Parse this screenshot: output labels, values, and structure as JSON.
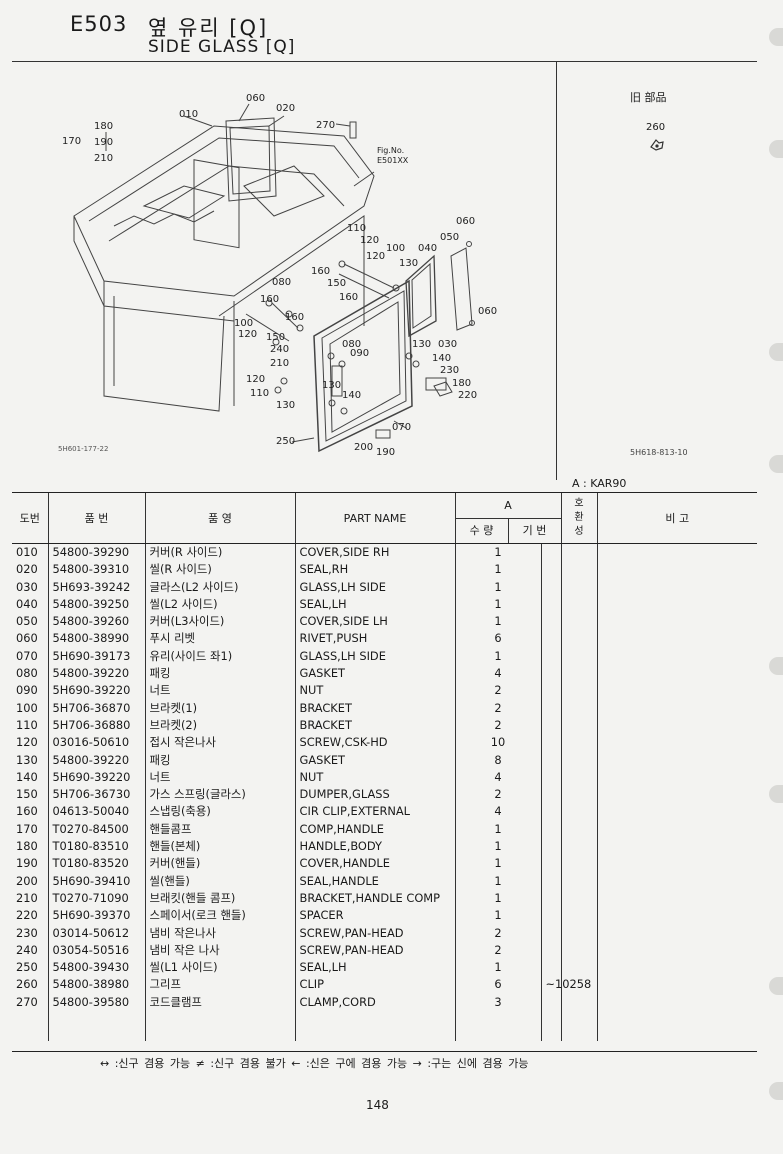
{
  "header": {
    "code": "E503",
    "title_ko": "옆 유리 [Q]",
    "title_en": "SIDE GLASS [Q]"
  },
  "old_parts": {
    "label": "旧 部品",
    "number": "260"
  },
  "figure": {
    "id_left": "5H601-177-22",
    "id_right": "5H618-813-10",
    "fig_no_label": "Fig.No.",
    "fig_no_ref": "E501XX",
    "callouts": [
      "060",
      "010",
      "020",
      "180",
      "170",
      "190",
      "210",
      "270",
      "110",
      "120",
      "100",
      "040",
      "050",
      "060",
      "120",
      "130",
      "160",
      "150",
      "160",
      "080",
      "160",
      "100",
      "120",
      "150",
      "160",
      "240",
      "210",
      "080",
      "090",
      "130",
      "030",
      "140",
      "230",
      "180",
      "220",
      "120",
      "110",
      "130",
      "130",
      "140",
      "070",
      "250",
      "200",
      "190",
      "060"
    ]
  },
  "model": "A : KAR90",
  "table": {
    "headers": {
      "no": "도번",
      "part_no": "품 번",
      "name_ko": "품 영",
      "name_en": "PART NAME",
      "group": "A",
      "qty": "수 량",
      "model_no": "기 번",
      "interchange": "호\n환\n성",
      "remarks": "비 고"
    },
    "rows": [
      {
        "no": "010",
        "part": "54800-39290",
        "ko": "커버(R 사이드)",
        "en": "COVER,SIDE RH",
        "qty": "1",
        "model": ""
      },
      {
        "no": "020",
        "part": "54800-39310",
        "ko": "씰(R 사이드)",
        "en": "SEAL,RH",
        "qty": "1",
        "model": ""
      },
      {
        "no": "030",
        "part": "5H693-39242",
        "ko": "글라스(L2 사이드)",
        "en": "GLASS,LH SIDE",
        "qty": "1",
        "model": ""
      },
      {
        "no": "040",
        "part": "54800-39250",
        "ko": "씰(L2 사이드)",
        "en": "SEAL,LH",
        "qty": "1",
        "model": ""
      },
      {
        "no": "050",
        "part": "54800-39260",
        "ko": "커버(L3사이드)",
        "en": "COVER,SIDE LH",
        "qty": "1",
        "model": ""
      },
      {
        "no": "060",
        "part": "54800-38990",
        "ko": "푸시 리벳",
        "en": "RIVET,PUSH",
        "qty": "6",
        "model": ""
      },
      {
        "no": "070",
        "part": "5H690-39173",
        "ko": "유리(사이드 좌1)",
        "en": "GLASS,LH SIDE",
        "qty": "1",
        "model": ""
      },
      {
        "no": "080",
        "part": "54800-39220",
        "ko": "패킹",
        "en": "GASKET",
        "qty": "4",
        "model": ""
      },
      {
        "no": "090",
        "part": "5H690-39220",
        "ko": "너트",
        "en": "NUT",
        "qty": "2",
        "model": ""
      },
      {
        "no": "100",
        "part": "5H706-36870",
        "ko": "브라켓(1)",
        "en": "BRACKET",
        "qty": "2",
        "model": ""
      },
      {
        "no": "110",
        "part": "5H706-36880",
        "ko": "브라켓(2)",
        "en": "BRACKET",
        "qty": "2",
        "model": ""
      },
      {
        "no": "120",
        "part": "03016-50610",
        "ko": "접시 작은나사",
        "en": "SCREW,CSK-HD",
        "qty": "10",
        "model": ""
      },
      {
        "no": "130",
        "part": "54800-39220",
        "ko": "패킹",
        "en": "GASKET",
        "qty": "8",
        "model": ""
      },
      {
        "no": "140",
        "part": "5H690-39220",
        "ko": "너트",
        "en": "NUT",
        "qty": "4",
        "model": ""
      },
      {
        "no": "150",
        "part": "5H706-36730",
        "ko": "가스 스프링(글라스)",
        "en": "DUMPER,GLASS",
        "qty": "2",
        "model": ""
      },
      {
        "no": "160",
        "part": "04613-50040",
        "ko": "스냅링(축용)",
        "en": "CIR CLIP,EXTERNAL",
        "qty": "4",
        "model": ""
      },
      {
        "no": "170",
        "part": "T0270-84500",
        "ko": "핸들콤프",
        "en": "COMP,HANDLE",
        "qty": "1",
        "model": ""
      },
      {
        "no": "180",
        "part": "T0180-83510",
        "ko": "핸들(본체)",
        "en": "HANDLE,BODY",
        "qty": "1",
        "model": ""
      },
      {
        "no": "190",
        "part": "T0180-83520",
        "ko": "커버(핸들)",
        "en": "COVER,HANDLE",
        "qty": "1",
        "model": ""
      },
      {
        "no": "200",
        "part": "5H690-39410",
        "ko": "씰(핸들)",
        "en": "SEAL,HANDLE",
        "qty": "1",
        "model": ""
      },
      {
        "no": "210",
        "part": "T0270-71090",
        "ko": "브래킷(핸들 콤프)",
        "en": "BRACKET,HANDLE COMP",
        "qty": "1",
        "model": ""
      },
      {
        "no": "220",
        "part": "5H690-39370",
        "ko": "스페이서(로크 핸들)",
        "en": "SPACER",
        "qty": "1",
        "model": ""
      },
      {
        "no": "230",
        "part": "03014-50612",
        "ko": "냄비 작은나사",
        "en": "SCREW,PAN-HEAD",
        "qty": "2",
        "model": ""
      },
      {
        "no": "240",
        "part": "03054-50516",
        "ko": "냄비 작은 나사",
        "en": "SCREW,PAN-HEAD",
        "qty": "2",
        "model": ""
      },
      {
        "no": "250",
        "part": "54800-39430",
        "ko": "씰(L1 사이드)",
        "en": "SEAL,LH",
        "qty": "1",
        "model": ""
      },
      {
        "no": "260",
        "part": "54800-38980",
        "ko": "그리프",
        "en": "CLIP",
        "qty": "6",
        "model": "~10258"
      },
      {
        "no": "270",
        "part": "54800-39580",
        "ko": "코드클램프",
        "en": "CLAMP,CORD",
        "qty": "3",
        "model": ""
      }
    ]
  },
  "legend": "↔ :신구 겸용 가능    ≠ :신구 겸용 불가    ← :신은 구에 겸용 가능    → :구는 신에 겸용 가능",
  "page_number": "148"
}
